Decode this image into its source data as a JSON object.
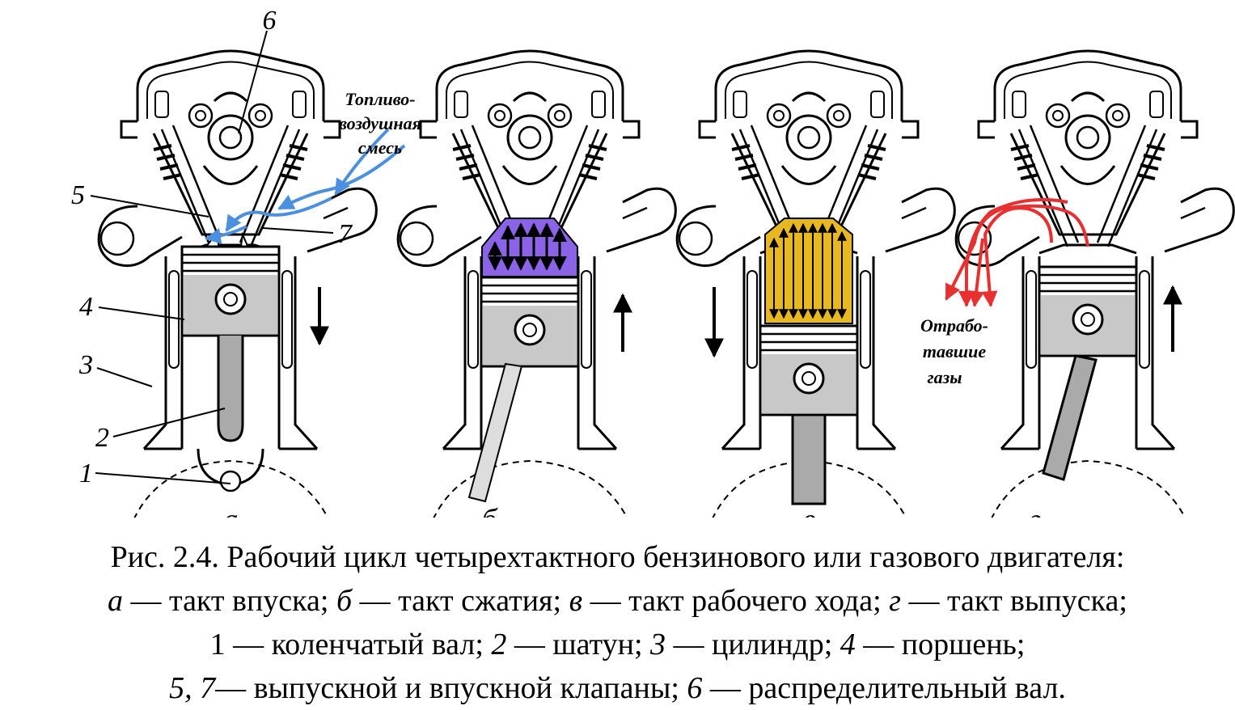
{
  "figure": {
    "panels": [
      {
        "letter": "а",
        "stroke": "intake"
      },
      {
        "letter": "б",
        "stroke": "compression"
      },
      {
        "letter": "в",
        "stroke": "power"
      },
      {
        "letter": "г",
        "stroke": "exhaust"
      }
    ],
    "part_labels": [
      "1",
      "2",
      "3",
      "4",
      "5",
      "6",
      "7"
    ],
    "notes": {
      "fuel_mix": [
        "Топливо-",
        "воздушная",
        "смесь"
      ],
      "exhaust_gas": [
        "Отрабо-",
        "тавшие",
        "газы"
      ]
    },
    "colors": {
      "intake_flow": "#4a8fe0",
      "compression_fill": "#8a63e6",
      "power_fill": "#e8b820",
      "exhaust_flow": "#e83030",
      "line": "#000000"
    }
  },
  "caption": {
    "line1": "Рис. 2.4. Рабочий цикл четырехтактного бензинового или газового двигателя:",
    "a": "а",
    "a_text": " — такт впуска; ",
    "b": "б",
    "b_text": " — такт сжатия; ",
    "v": "в",
    "v_text": " — такт рабочего хода; ",
    "g": "г",
    "g_text": " — такт выпуска;",
    "n1": "1",
    "n1_text": " — коленчатый вал; ",
    "n2": "2",
    "n2_text": " — шатун; ",
    "n3": "3",
    "n3_text": " — цилиндр; ",
    "n4": "4",
    "n4_text": " — поршень;",
    "n57": "5, 7",
    "n57_text": "— выпускной и впускной клапаны; ",
    "n6": "6",
    "n6_text": " — распределительный вал."
  }
}
